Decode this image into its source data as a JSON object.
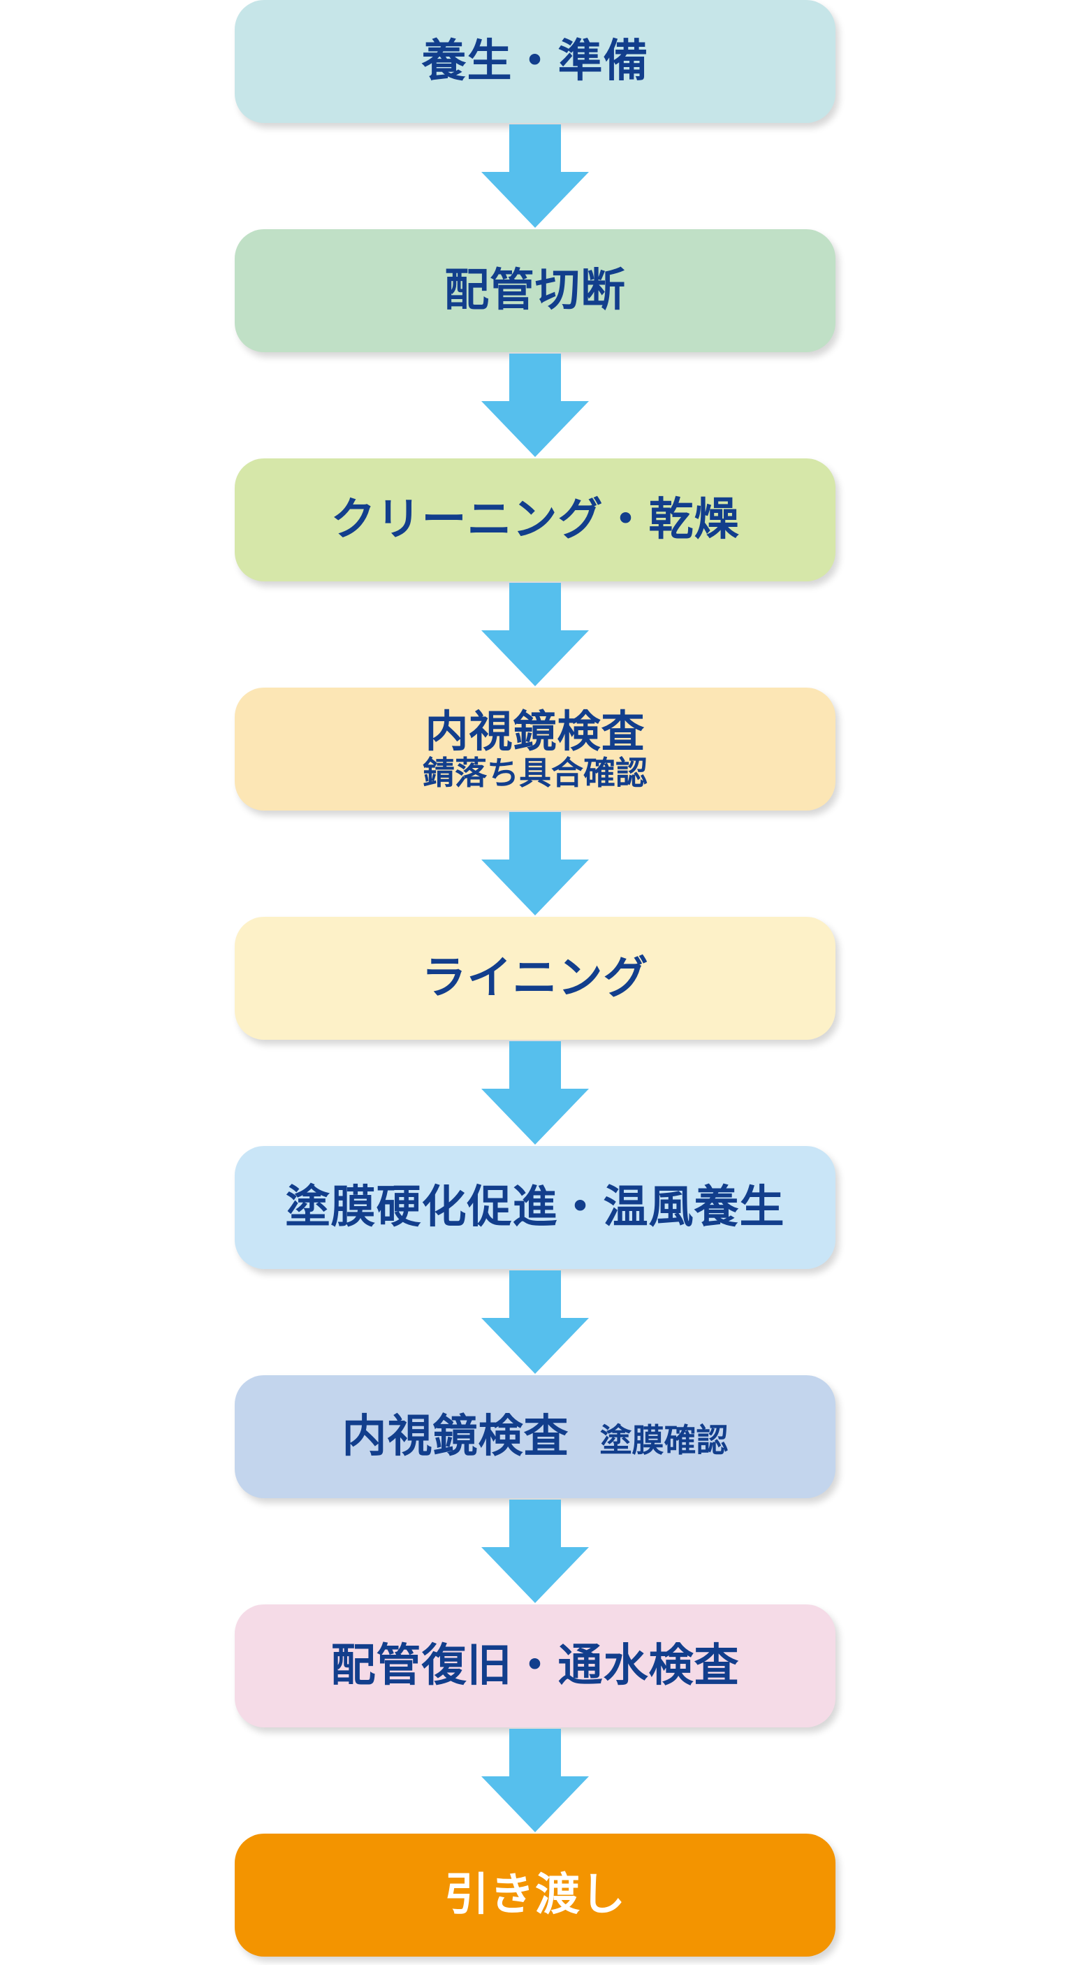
{
  "flow": {
    "steps": [
      {
        "label": "養生・準備",
        "color": "#c6e5e8"
      },
      {
        "label": "配管切断",
        "color": "#c0e0c6"
      },
      {
        "label": "クリーニング・乾燥",
        "color": "#d6e7a9"
      },
      {
        "label": "内視鏡検査",
        "sublabel": "錆落ち具合確認",
        "color": "#fce6b5"
      },
      {
        "label": "ライニング",
        "color": "#fdf1c8"
      },
      {
        "label": "塗膜硬化促進・温風養生",
        "color": "#c9e5f7"
      },
      {
        "label": "内視鏡検査",
        "sublabel": "塗膜確認",
        "color": "#c3d5ed"
      },
      {
        "label": "配管復旧・通水検査",
        "color": "#f5dbe7"
      },
      {
        "label": "引き渡し",
        "color": "#f39400"
      }
    ],
    "arrow_color": "#56bfed",
    "text_color": "#123e8c"
  }
}
